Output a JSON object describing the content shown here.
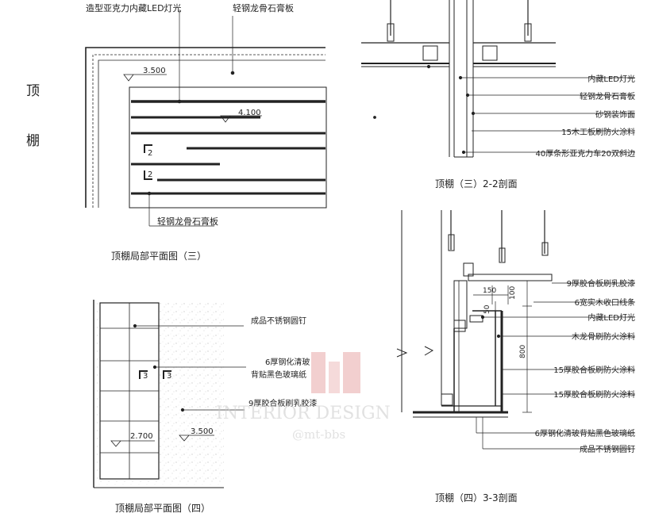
{
  "side_title": [
    "顶",
    "棚"
  ],
  "plan3": {
    "title": "顶棚局部平面图（三）",
    "label_led": "造型亚克力内藏LED灯光",
    "label_board_top": "轻钢龙骨石膏板",
    "label_board_bottom": "轻钢龙骨石膏板",
    "level_outer": "3.500",
    "level_inner": "4.100",
    "section_mark_1": "2",
    "section_mark_2": "2"
  },
  "section22": {
    "title": "顶棚（三）2-2剖面",
    "labels": [
      "内藏LED灯光",
      "轻钢龙骨石膏板",
      "砂钢装饰面",
      "15木工板刷防火涂料",
      "40厚条形亚克力车20双斜边"
    ]
  },
  "plan4": {
    "title": "顶棚局部平面图（四）",
    "labels": [
      "成品不锈钢圆钉",
      "6厚钢化清玻",
      "背贴黑色玻璃纸",
      "9厚胶合板刷乳胶漆"
    ],
    "level_left": "2.700",
    "level_right": "3.500",
    "section_mark_1": "3",
    "section_mark_2": "3"
  },
  "section33": {
    "title": "顶棚（四）3-3剖面",
    "labels": [
      "9厚胶合板刷乳胶漆",
      "6宽实木收口线条",
      "内藏LED灯光",
      "木龙骨刷防火涂料",
      "15厚胶合板刷防火涂料",
      "15厚胶合板刷防火涂料",
      "6厚钢化清玻背贴黑色玻璃纸",
      "成品不锈钢圆钉"
    ],
    "dim_150": "150",
    "dim_100": "100",
    "dim_50": "50",
    "dim_800": "800"
  },
  "watermark": {
    "brand": "INTERIOR DESIGN",
    "handle": "@mt-bbs"
  }
}
